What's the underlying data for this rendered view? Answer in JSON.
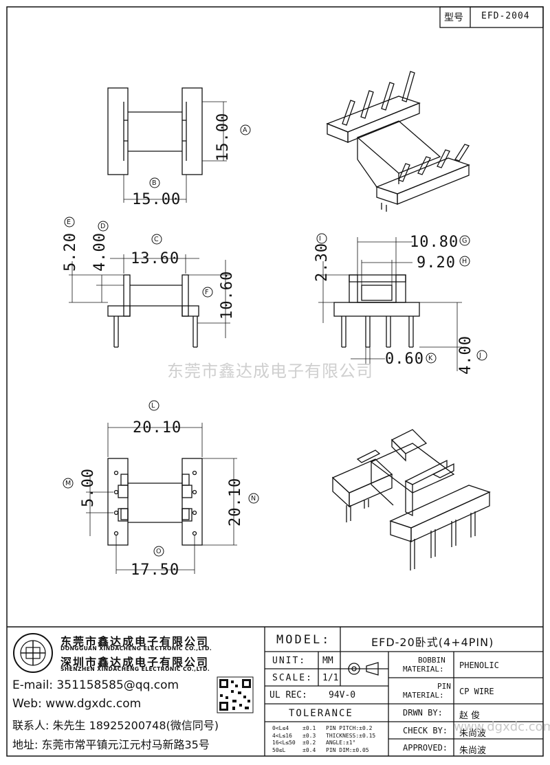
{
  "header": {
    "model_label": "型号",
    "model_code": "EFD-2004"
  },
  "dimensions": {
    "A": {
      "letter": "A",
      "value": "15.00"
    },
    "B": {
      "letter": "B",
      "value": "15.00"
    },
    "C": {
      "letter": "C",
      "value": "13.60"
    },
    "D": {
      "letter": "D",
      "value": "4.00"
    },
    "E": {
      "letter": "E",
      "value": "5.20"
    },
    "F": {
      "letter": "F",
      "value": "10.60"
    },
    "G": {
      "letter": "G",
      "value": "10.80"
    },
    "H": {
      "letter": "H",
      "value": "9.20"
    },
    "I": {
      "letter": "I",
      "value": "2.30"
    },
    "J": {
      "letter": "J",
      "value": "4.00"
    },
    "K": {
      "letter": "K",
      "value": "0.60"
    },
    "L": {
      "letter": "L",
      "value": "20.10"
    },
    "M": {
      "letter": "M",
      "value": "5.00"
    },
    "N": {
      "letter": "N",
      "value": "20.10"
    },
    "O": {
      "letter": "O",
      "value": "17.50"
    }
  },
  "watermark": "东莞市鑫达成电子有限公司",
  "company": {
    "name_cn_1": "东莞市鑫达成电子有限公司",
    "name_en_1": "DONGGUAN XINDACHENG ELECTRONIC CO.,LTD.",
    "name_cn_2": "深圳市鑫达成电子有限公司",
    "name_en_2": "SHENZHEN XINDACHENG ELECTRONIC CO.,LTD.",
    "email": "E-mail: 351158585@qq.com",
    "web": "Web: www.dgxdc.com",
    "contact": "联系人: 朱先生 18925200748(微信同号)",
    "address": "地址: 东莞市常平镇元江元村马新路35号"
  },
  "title_block": {
    "model_label": "MODEL:",
    "model_value": "EFD-20卧式(4+4PIN)",
    "unit_label": "UNIT:",
    "unit_value": "MM",
    "scale_label": "SCALE:",
    "scale_value": "1/1",
    "ul_label": "UL REC:",
    "ul_value": "94V-0",
    "tolerance_label": "TOLERANCE",
    "tol_rows": [
      {
        "range": "0<L≤4",
        "tol": "±0.1",
        "param": "PIN PITCH:±0.2"
      },
      {
        "range": "4<L≤16",
        "tol": "±0.3",
        "param": "THICKNESS:±0.15"
      },
      {
        "range": "16<L≤50",
        "tol": "±0.2",
        "param": "ANGLE:±1°"
      },
      {
        "range": "50≤L",
        "tol": "±0.4",
        "param": "PIN DIM:±0.05"
      }
    ],
    "bobbin_label_1": "BOBBIN",
    "bobbin_label_2": "MATERIAL:",
    "bobbin_value": "PHENOLIC",
    "pin_label_1": "PIN",
    "pin_label_2": "MATERIAL:",
    "pin_value": "CP WIRE",
    "drawn_label": "DRWN BY:",
    "drawn_value": "赵 俊",
    "check_label": "CHECK BY:",
    "check_value": "朱尚波",
    "approved_label": "APPROVED:",
    "approved_value": "朱尚波",
    "tb_watermark": "www.dgxdc.com"
  }
}
